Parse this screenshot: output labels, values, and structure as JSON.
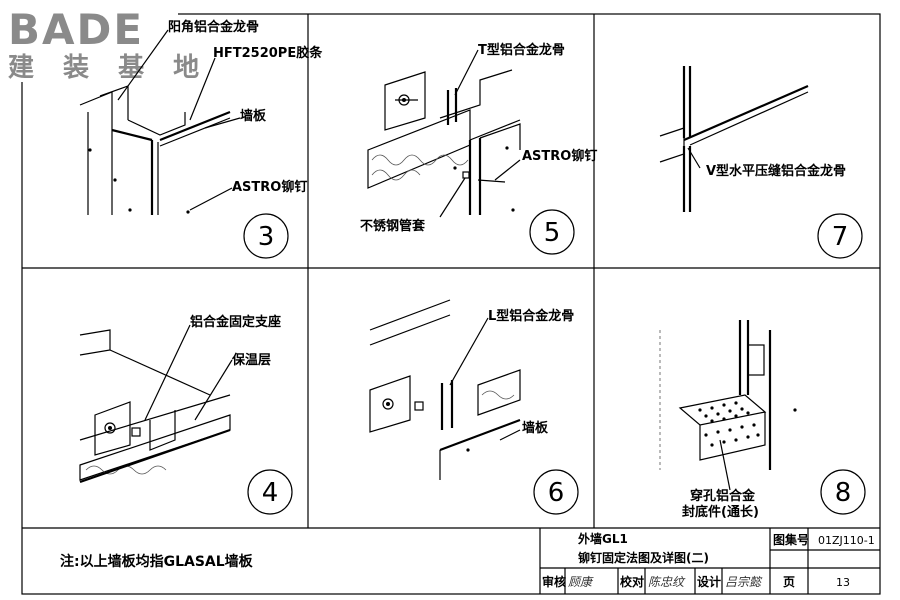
{
  "logo": {
    "brand": "BADE",
    "subtitle": "建 装 基 地"
  },
  "panels": [
    {
      "number": "3",
      "labels": [
        "阳角铝合金龙骨",
        "HFT2520PE胶条",
        "墙板",
        "ASTRO铆钉"
      ]
    },
    {
      "number": "5",
      "labels": [
        "T型铝合金龙骨",
        "ASTRO铆钉",
        "不锈钢管套"
      ]
    },
    {
      "number": "7",
      "labels": [
        "V型水平压缝铝合金龙骨"
      ]
    },
    {
      "number": "4",
      "labels": [
        "铝合金固定支座",
        "保温层"
      ]
    },
    {
      "number": "6",
      "labels": [
        "L型铝合金龙骨",
        "墙板"
      ]
    },
    {
      "number": "8",
      "labels": [
        "穿孔铝合金",
        "封底件(通长)"
      ]
    }
  ],
  "note": "注:以上墙板均指GLASAL墙板",
  "title_block": {
    "title_line1": "外墙GL1",
    "title_line2": "铆钉固定法图及详图(二)",
    "atlas_label": "图集号",
    "atlas_number": "01ZJ110-1",
    "review_label": "审核",
    "check_label": "校对",
    "design_label": "设计",
    "page_label": "页",
    "page_number": "13",
    "signatures": [
      "顾康",
      "陈忠纹",
      "吕宗懿"
    ]
  }
}
